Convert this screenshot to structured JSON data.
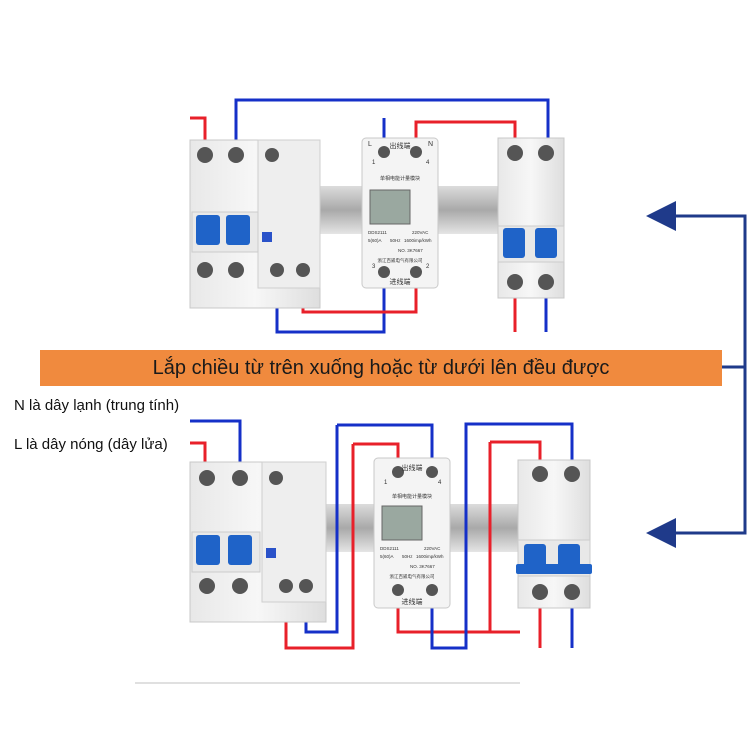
{
  "banner": {
    "text": "Lắp chiều từ trên xuống hoặc từ dưới lên đều được"
  },
  "labels": {
    "neutral": "N là dây lạnh (trung tính)",
    "live": "L là dây nóng (dây lửa)"
  },
  "meter": {
    "top_label": "出线端",
    "bottom_label": "进线端",
    "title_cn": "单相电能计量模块",
    "model": "DDS2111",
    "voltage": "220VAC",
    "rating": "5(60)A",
    "freq": "50Hz",
    "constant": "1600imp/kWh",
    "serial": "NO. 3K7667",
    "maker": "浙江百崴电气有限公司",
    "term_L": "L",
    "term_N": "N",
    "term_1": "1",
    "term_2": "2",
    "term_3": "3",
    "term_4": "4",
    "term_1b": "1",
    "term_4b": "4"
  },
  "colors": {
    "live_wire": "#e8202a",
    "neutral_wire": "#1530c8",
    "arrow": "#1f3a8a",
    "banner": "#f08a3e",
    "breaker_lever": "#1f63c8"
  }
}
